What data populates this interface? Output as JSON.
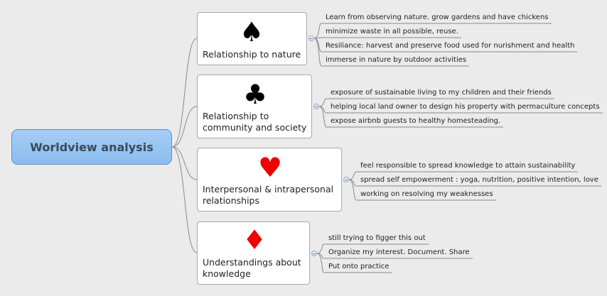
{
  "central": {
    "label": "Worldview analysis"
  },
  "topics": [
    {
      "label": "Relationship to nature",
      "symbol": "♠",
      "symbol_color": "#000000",
      "subtopics": [
        "Learn from observing nature. grow gardens and have chickens",
        "minimize waste  in all possible, reuse.",
        "Resiliance: harvest and preserve food used for nurishment and health",
        "immerse in nature by outdoor activities"
      ]
    },
    {
      "label": "Relationship to\ncommunity and society",
      "symbol": "♣",
      "symbol_color": "#000000",
      "subtopics": [
        "exposure of sustainable living to my children and their friends",
        "helping local land owner to design his property with permaculture concepts",
        "expose airbnb guests to healthy homesteading."
      ]
    },
    {
      "label": "Interpersonal & intrapersonal\nrelationships",
      "symbol": "♥",
      "symbol_color": "#ee0000",
      "subtopics": [
        "feel responsible to spread knowledge to attain sustainability",
        "spread self empowerment : yoga, nutrition, positive intention, love",
        "working on resolving my weaknesses"
      ]
    },
    {
      "label": "Understandings about\nknowledge",
      "symbol": "♦",
      "symbol_color": "#ee0000",
      "subtopics": [
        "still trying to figger this out",
        "Organize my interest. Document. Share",
        "Put onto practice"
      ]
    }
  ]
}
